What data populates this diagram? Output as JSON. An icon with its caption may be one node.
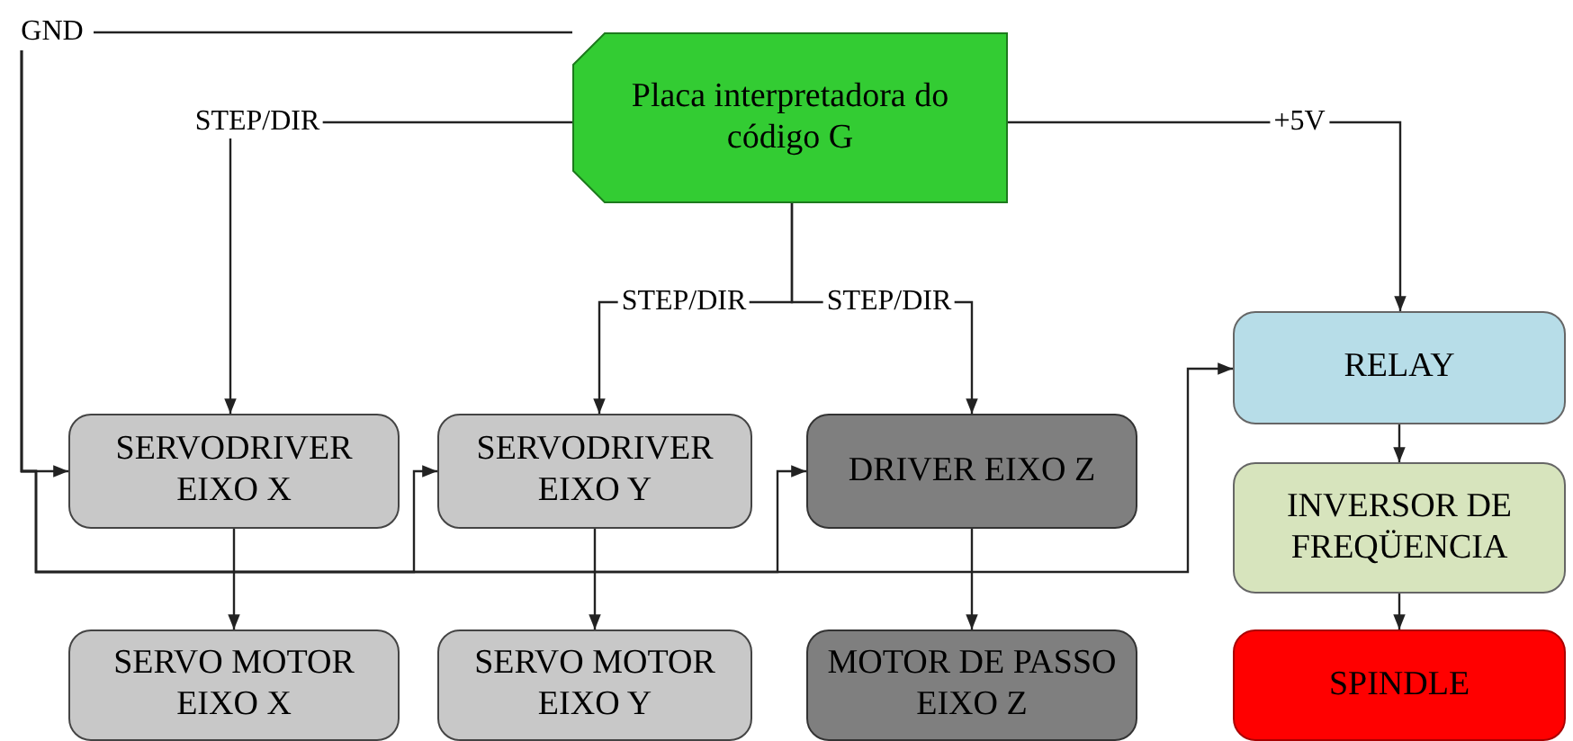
{
  "diagram": {
    "nodes": [
      {
        "text": [
          "GND"
        ]
      },
      {
        "text": [
          "Placa interpretadora do código G"
        ]
      },
      {
        "text": [
          "SERVODRIVER EIXO X"
        ]
      },
      {
        "text": [
          "SERVODRIVER EIXO Y"
        ]
      },
      {
        "text": [
          "DRIVER EIXO Z"
        ]
      },
      {
        "text": [
          "RELAY"
        ]
      },
      {
        "text": [
          "INVERSOR DE FREQÜENCIA"
        ]
      },
      {
        "text": [
          "SERVO MOTOR EIXO X"
        ]
      },
      {
        "text": [
          "SERVO MOTOR EIXO Y"
        ]
      },
      {
        "text": [
          "MOTOR DE PASSO EIXO Z"
        ]
      },
      {
        "text": [
          "SPINDLE"
        ]
      }
    ],
    "edges": [
      {
        "from": 1,
        "to": 2,
        "arrow": "to",
        "label": "STEP/DIR"
      },
      {
        "from": 1,
        "to": 3,
        "arrow": "to",
        "label": "STEP/DIR"
      },
      {
        "from": 1,
        "to": 4,
        "arrow": "to",
        "label": "STEP/DIR"
      },
      {
        "from": 1,
        "to": 5,
        "arrow": "to",
        "label": "+5V"
      },
      {
        "from": 1,
        "to": 0,
        "arrow": "none"
      },
      {
        "from": 0,
        "to": 2,
        "arrow": "to"
      },
      {
        "from": 0,
        "to": 3,
        "arrow": "to"
      },
      {
        "from": 0,
        "to": 4,
        "arrow": "to"
      },
      {
        "from": 0,
        "to": 5,
        "arrow": "to"
      },
      {
        "from": 2,
        "to": 7,
        "arrow": "to"
      },
      {
        "from": 3,
        "to": 8,
        "arrow": "to"
      },
      {
        "from": 4,
        "to": 9,
        "arrow": "to"
      },
      {
        "from": 5,
        "to": 6,
        "arrow": "to"
      },
      {
        "from": 6,
        "to": 10,
        "arrow": "to"
      }
    ]
  }
}
